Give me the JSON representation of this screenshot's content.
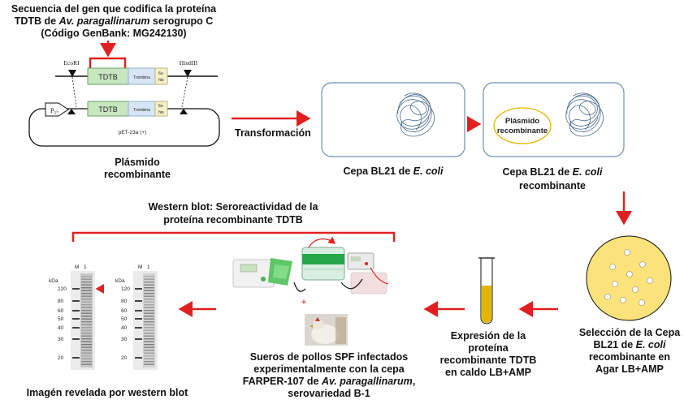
{
  "gene_caption": {
    "line1": "Secuencia del gen que codifica la proteína",
    "line2_pre": "TDTB de ",
    "line2_species": "Av. paragallinarum",
    "line2_post": " serogrupo C",
    "line3": "(Código GenBank: MG242130)"
  },
  "construct": {
    "ecori": "EcoRI",
    "hindiii": "HindIII",
    "tdtb": "TDTB",
    "trombina": "Trombina",
    "his_line1": "6x-",
    "his_line2": "his",
    "promoter": "P",
    "promoter_sub": "T7",
    "vector": "pET-23a (+)"
  },
  "plasmid_label": {
    "line1": "Plásmido",
    "line2": "recombinante"
  },
  "transformation_label": "Transformación",
  "cell1_label": {
    "pre": "Cepa BL21 de ",
    "species": "E. coli"
  },
  "cell2": {
    "plasmid_line1": "Plásmido",
    "plasmid_line2": "recombinante",
    "label_pre": "Cepa BL21 de ",
    "label_species": "E. coli",
    "label_line2": "recombinante"
  },
  "western_title": {
    "line1": "Western blot: Seroreactividad de la",
    "line2": "proteína recombinante TDTB"
  },
  "selection_label": {
    "line1": "Selección de la Cepa",
    "line2_pre": "BL21 de ",
    "line2_species": "E. coli",
    "line3": "recombinante en",
    "line4": "Agar LB+AMP"
  },
  "expression_label": {
    "line1": "Expresión de la",
    "line2": "proteína",
    "line3": "recombinante TDTB",
    "line4": "en caldo LB+AMP"
  },
  "sera_label": {
    "line1": "Sueros de pollos SPF infectados",
    "line2_pre": "experimentalmente con la cepa",
    "line3_pre": "FARPER-107 de ",
    "line3_species": "Av. paragallinarum",
    "line3_post": ",",
    "line4": "serovariedad B-1"
  },
  "blot": {
    "kda": "kDa",
    "lane_m": "M",
    "lane_1": "1",
    "markers": [
      "120",
      "80",
      "60",
      "50",
      "40",
      "30",
      "20"
    ],
    "image_label": "Imagén  revelada por western blot"
  },
  "colors": {
    "arrow": "#e02020",
    "tdtb_fill": "#c8e6c0",
    "trombina_fill": "#d6e6f4",
    "his_fill": "#f6f0c8",
    "cell_border": "#6e8fb0",
    "dish_fill": "#fbe27a",
    "broth_fill": "#e5b400"
  }
}
